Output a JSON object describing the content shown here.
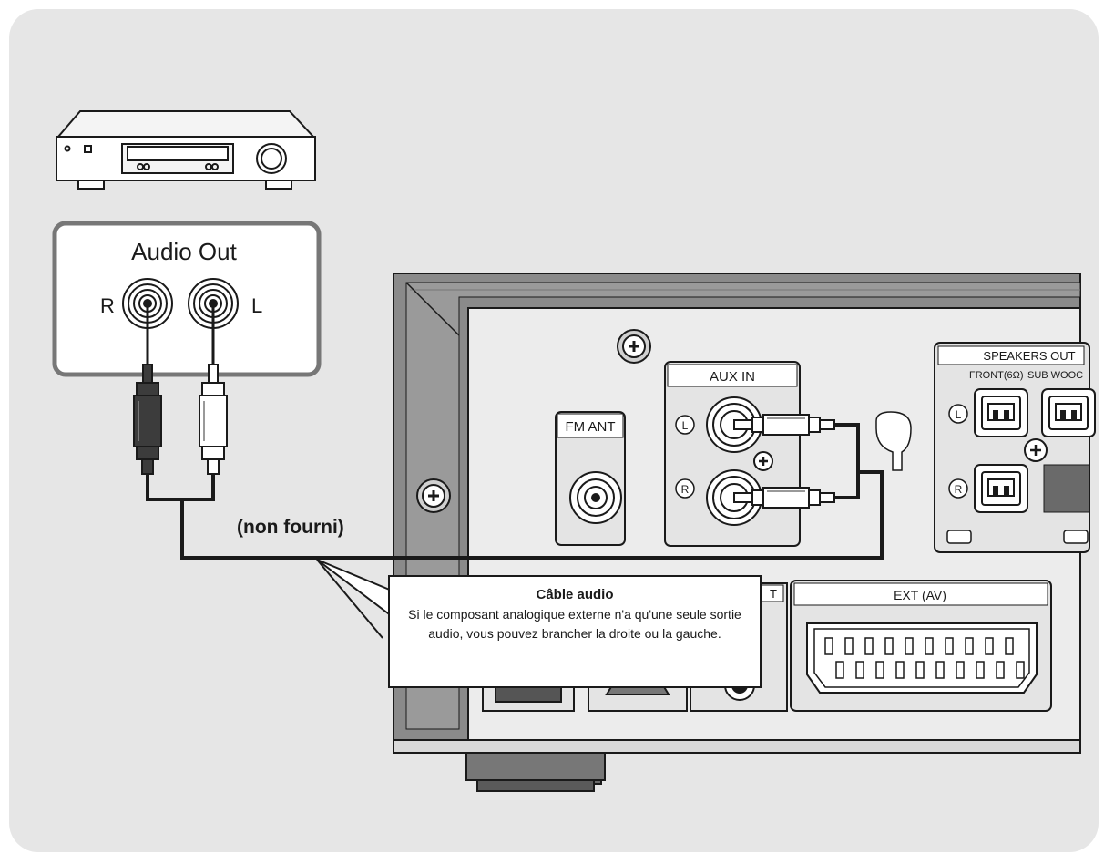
{
  "colors": {
    "background": "#e6e6e6",
    "panel": "#e9e9e9",
    "line": "#1a1a1a",
    "frame_dark": "#8a8a8a",
    "callout_bg": "#ffffff"
  },
  "source_box": {
    "title": "Audio Out",
    "right_label": "R",
    "left_label": "L"
  },
  "cable_label": "(non fourni)",
  "callout": {
    "title": "Câble audio",
    "body": "Si le composant analogique externe n'a qu'une seule sortie audio, vous pouvez brancher la droite ou la gauche."
  },
  "panel_labels": {
    "fm_ant": "FM ANT",
    "aux_in": "AUX IN",
    "aux_l": "L",
    "aux_r": "R",
    "speakers_out": "SPEAKERS OUT",
    "front": "FRONT(6Ω)",
    "sub_woofer": "SUB WOOC",
    "spk_l": "L",
    "spk_r": "R",
    "ext_av": "EXT (AV)",
    "partial_t": "T"
  },
  "icons": {
    "source_device": "audio-component-icon",
    "screw": "screw-icon",
    "rca_plug": "rca-plug-icon"
  }
}
